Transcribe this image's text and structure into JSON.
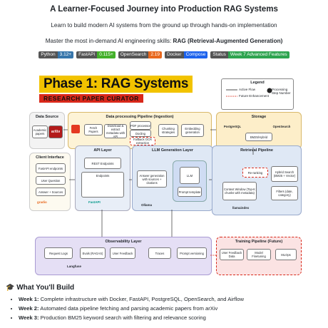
{
  "header": {
    "title": "A Learner-Focused Journey into Production RAG Systems",
    "subtitle": "Learn to build modern AI systems from the ground up through hands-on implementation",
    "master_prefix": "Master the most in-demand AI engineering skills: ",
    "master_bold": "RAG (Retrieval-Augmented Generation)"
  },
  "badges": [
    {
      "label": "Python",
      "value": "3.12+",
      "color": "#3776ab"
    },
    {
      "label": "FastAPI",
      "value": "0.115+",
      "color": "#43b02a"
    },
    {
      "label": "OpenSearch",
      "value": "2.19",
      "color": "#e8681e"
    },
    {
      "label": "Docker",
      "value": "Compose",
      "color": "#1d63ed"
    },
    {
      "label": "Status",
      "value": "Week 7 Advanced Features",
      "color": "#2ea44f"
    }
  ],
  "figure": {
    "banner": "Phase 1: RAG Systems",
    "tagline": "RESEARCH PAPER CURATOR",
    "legend": {
      "title": "Legend",
      "items": [
        "Active Flow",
        "Future Enhancement",
        "Processing Step Number"
      ]
    },
    "panels": {
      "data_source": "Data Source",
      "ingestion": "Data processing Pipeline (Ingestion)",
      "storage": "Storage",
      "client": "Client Interface",
      "api": "API Layer",
      "llm": "LLM Generation Layer",
      "retrieval": "Retrieval Pipeline",
      "observability": "Observability Layer",
      "training": "Training Pipeline (Future)"
    },
    "boxes": {
      "academic_papers": "Academic papers",
      "arxiv": "arXiv",
      "fetch_papers": "Fetch Papers",
      "download_pdf": "Download & extract metadata with API",
      "pdf_processor": "PDF processor",
      "docling": "Docling",
      "fallback_ocr": "Fallback OCR extraction",
      "chunking": "Chunking strategies",
      "embedding": "Embedding generation",
      "postgres": "PostgreSQL",
      "opensearch": "OpenSearch",
      "bm25": "BM25/Hybrid",
      "fastapi_endpoints": "FastAPI endpoints",
      "user_question": "User Question",
      "answer_sources": "Answer + Sources",
      "gradio": "gradio",
      "rest_endpoints": "REST Endpoints",
      "endpoints": "Endpoints",
      "fastapi": "FastAPI",
      "answer_generation": "Answer generation with sources + citations",
      "llm": "LLM",
      "prompt_template": "Prompt template",
      "ollama": "Ollama",
      "reranking": "Re-ranking",
      "hybrid_search": "Hybrid Search (BM25 + Vector)",
      "context_window": "Context Window (Top-K chunks with metadata)",
      "filters": "Filters (date, category)",
      "llamaindex": "llamaindex",
      "request_logs": "Request Logs",
      "evals": "Evals (RAGAS)",
      "user_feedback": "User Feedback",
      "traces": "Traces",
      "prompt_versioning": "Prompt versioning",
      "langfuse": "Langfuse",
      "feedback_data": "User Feedback Data",
      "model_finetuning": "Model Finetuning",
      "mlops": "MLOps"
    }
  },
  "section": {
    "icon": "graduation-cap-icon",
    "title": "What You'll Build"
  },
  "weeks": [
    {
      "label": "Week 1:",
      "text": " Complete infrastructure with Docker, FastAPI, PostgreSQL, OpenSearch, and Airflow"
    },
    {
      "label": "Week 2:",
      "text": " Automated data pipeline fetching and parsing academic papers from arXiv"
    },
    {
      "label": "Week 3:",
      "text": " Production BM25 keyword search with filtering and relevance scoring"
    }
  ]
}
